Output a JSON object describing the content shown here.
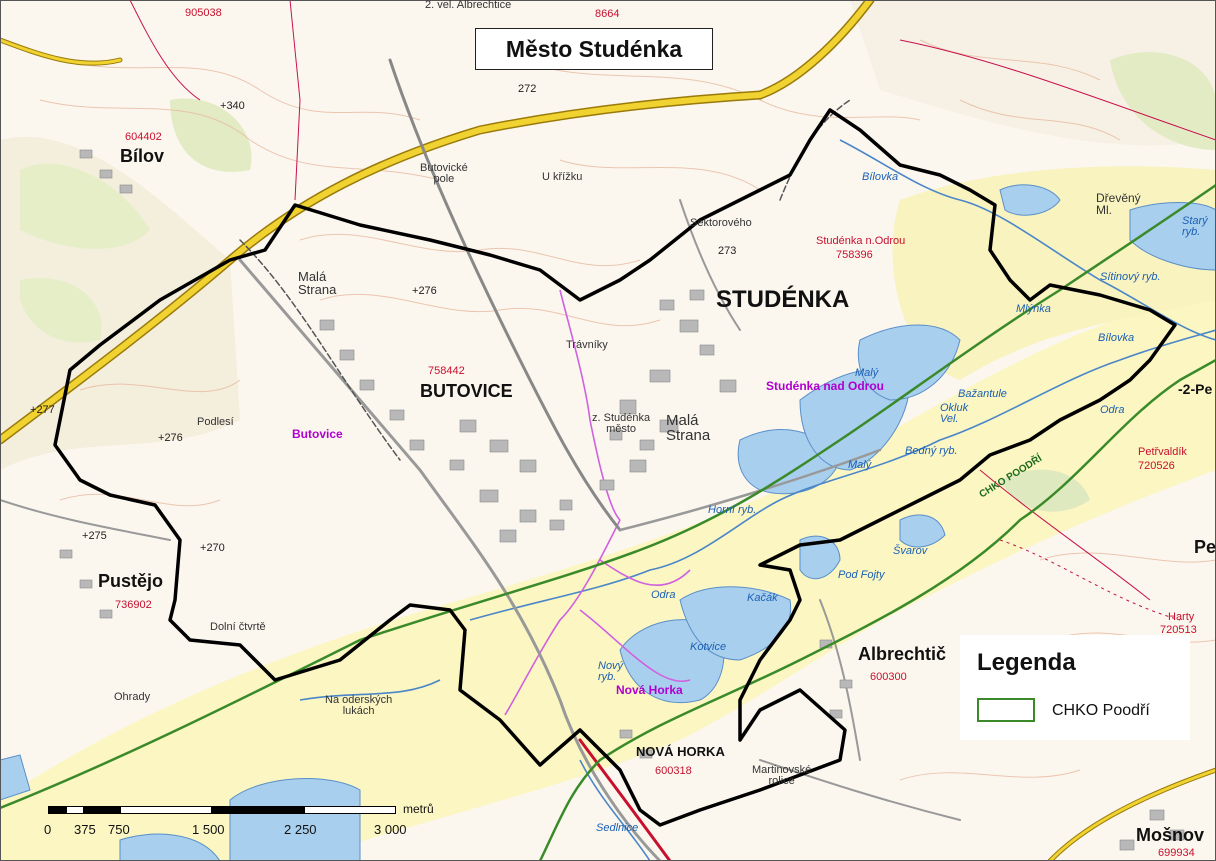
{
  "title": "Město Studénka",
  "legend": {
    "title": "Legenda",
    "items": [
      {
        "label": "CHKO Poodří",
        "color": "#3a8a2a"
      }
    ]
  },
  "scale": {
    "unit": "metrů",
    "ticks": [
      "0",
      "375",
      "750",
      "1 500",
      "2 250",
      "3 000"
    ]
  },
  "labels": {
    "town_main": "STUDÉNKA",
    "town_butovice": "BUTOVICE",
    "town_nova_horka": "NOVÁ HORKA",
    "bilov": "Bílov",
    "pustejov": "Pustějo",
    "albrechticky": "Albrechtič",
    "mosnov": "Mošnov",
    "pet": "Pe",
    "pet2": "-2-Pe",
    "code_bilov": "604402",
    "code_top": "905038",
    "code_top2": "8664",
    "code_butovice": "758442",
    "code_pustejov": "736902",
    "code_studenka": "758396",
    "code_albrechticky": "600300",
    "code_nova_horka": "600318",
    "code_petrvaldik": "720526",
    "code_mosnov": "699934",
    "code_harty": "720513",
    "cad_studenka": "Studénka n.Odrou",
    "cad_petrvaldik": "Petřvaldík",
    "cad_harty": "Harty",
    "purple_studenka": "Studénka nad Odrou",
    "purple_butovice": "Butovice",
    "purple_nova_horka": "Nová Horka",
    "male_strana1": "Malá\nStrana",
    "male_strana2": "Malá\nStrana",
    "butovicke_pole": "Butovické\npole",
    "u_krizku": "U křížku",
    "travniky": "Trávníky",
    "podlesi": "Podlesí",
    "dolni_ctvrte": "Dolní čtvrtě",
    "ohrady": "Ohrady",
    "na_oderskych": "Na oderských\nlukách",
    "martinovske": "Martinovské\nrolice",
    "z_studenka": "z. Studénka\nměsto",
    "sektoroveho": "Sektorového",
    "alb_top": "2. vel. Albrechtice",
    "bilovka1": "Bílovka",
    "bilovka2": "Bílovka",
    "odra1": "Odra",
    "odra2": "Odra",
    "sedlnice": "Sedlnice",
    "kacak": "Kačák",
    "kotvice": "Kotvice",
    "novy_ryb": "Nový\nryb.",
    "horni_ryb": "Horní ryb.",
    "bedny_ryb": "Bedný ryb.",
    "maly1": "Malý",
    "maly2": "Malý",
    "svarov": "Švarov",
    "pod_fojty": "Pod Fojty",
    "bazantule": "Bažantule",
    "okluk": "Okluk\nVel.",
    "sitinovy": "Sítinový ryb.",
    "stary": "Starý\nryb.",
    "drevny": "Dřevěný\nMl.",
    "mlynka": "Mlýnka",
    "chko_label": "CHKO POODŘÍ",
    "e340": "340",
    "e272": "272",
    "e273": "273",
    "e276a": "276",
    "e276b": "276",
    "e277": "277",
    "e275": "275",
    "e270": "270"
  }
}
